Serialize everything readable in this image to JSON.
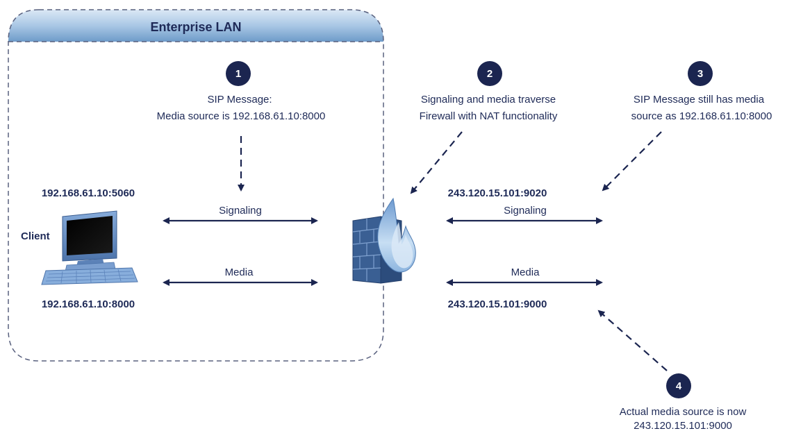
{
  "lan": {
    "title": "Enterprise LAN"
  },
  "steps": [
    {
      "number": "1",
      "line1": "SIP Message:",
      "line2": "Media source is 192.168.61.10:8000"
    },
    {
      "number": "2",
      "line1": "Signaling and media traverse",
      "line2": "Firewall with NAT functionality"
    },
    {
      "number": "3",
      "line1": "SIP Message still has media",
      "line2": "source as 192.168.61.10:8000"
    },
    {
      "number": "4",
      "line1": "Actual media source is now",
      "line2": "243.120.15.101:9000"
    }
  ],
  "client": {
    "label": "Client",
    "signaling_address": "192.168.61.10:5060",
    "media_address": "192.168.61.10:8000"
  },
  "public": {
    "signaling_address": "243.120.15.101:9020",
    "media_address": "243.120.15.101:9000"
  },
  "links": {
    "left_signaling": "Signaling",
    "left_media": "Media",
    "right_signaling": "Signaling",
    "right_media": "Media"
  },
  "colors": {
    "navy": "#1b2550",
    "lan_border": "#58607e",
    "lan_header_top": "#c7dcef",
    "lan_header_bottom": "#6e9bc9",
    "firewall": "#3a5f93",
    "flame": "#9cc1e6",
    "monitor": "#5f87c0"
  },
  "icons": {
    "client": "computer-icon",
    "firewall": "firewall-icon"
  }
}
